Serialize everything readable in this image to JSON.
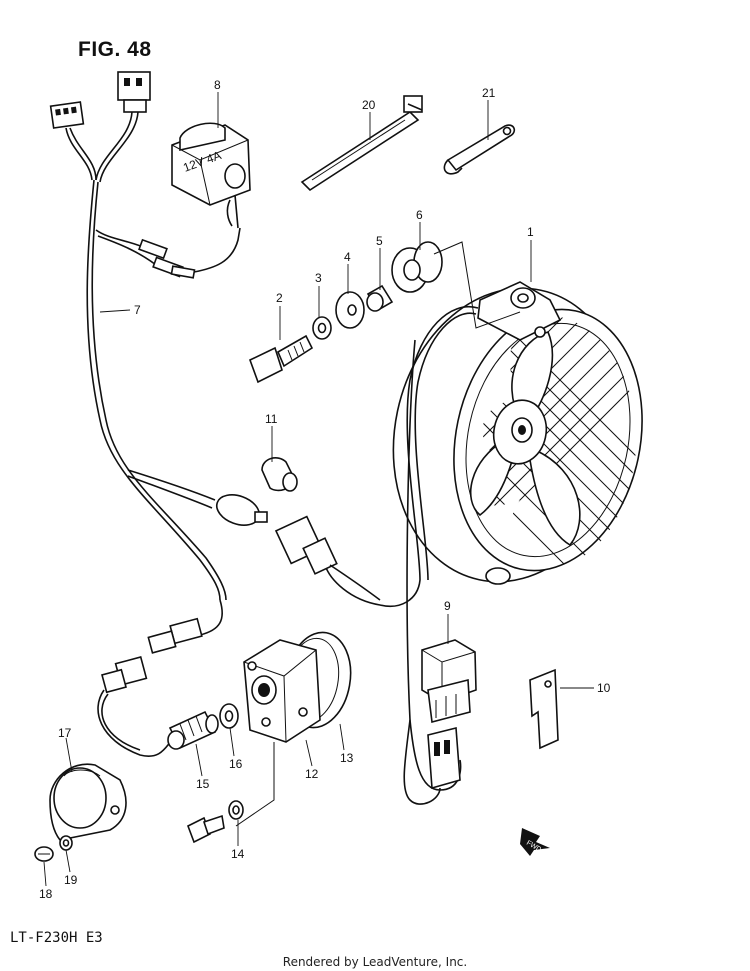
{
  "figure": {
    "title": "FIG. 48",
    "model": "LT-F230H E3",
    "footer": "Rendered by LeadVenture, Inc.",
    "fwd_label": "FWD"
  },
  "callouts": [
    "1",
    "2",
    "3",
    "4",
    "5",
    "6",
    "7",
    "8",
    "9",
    "10",
    "11",
    "12",
    "13",
    "14",
    "15",
    "16",
    "17",
    "18",
    "19",
    "20",
    "21"
  ]
}
